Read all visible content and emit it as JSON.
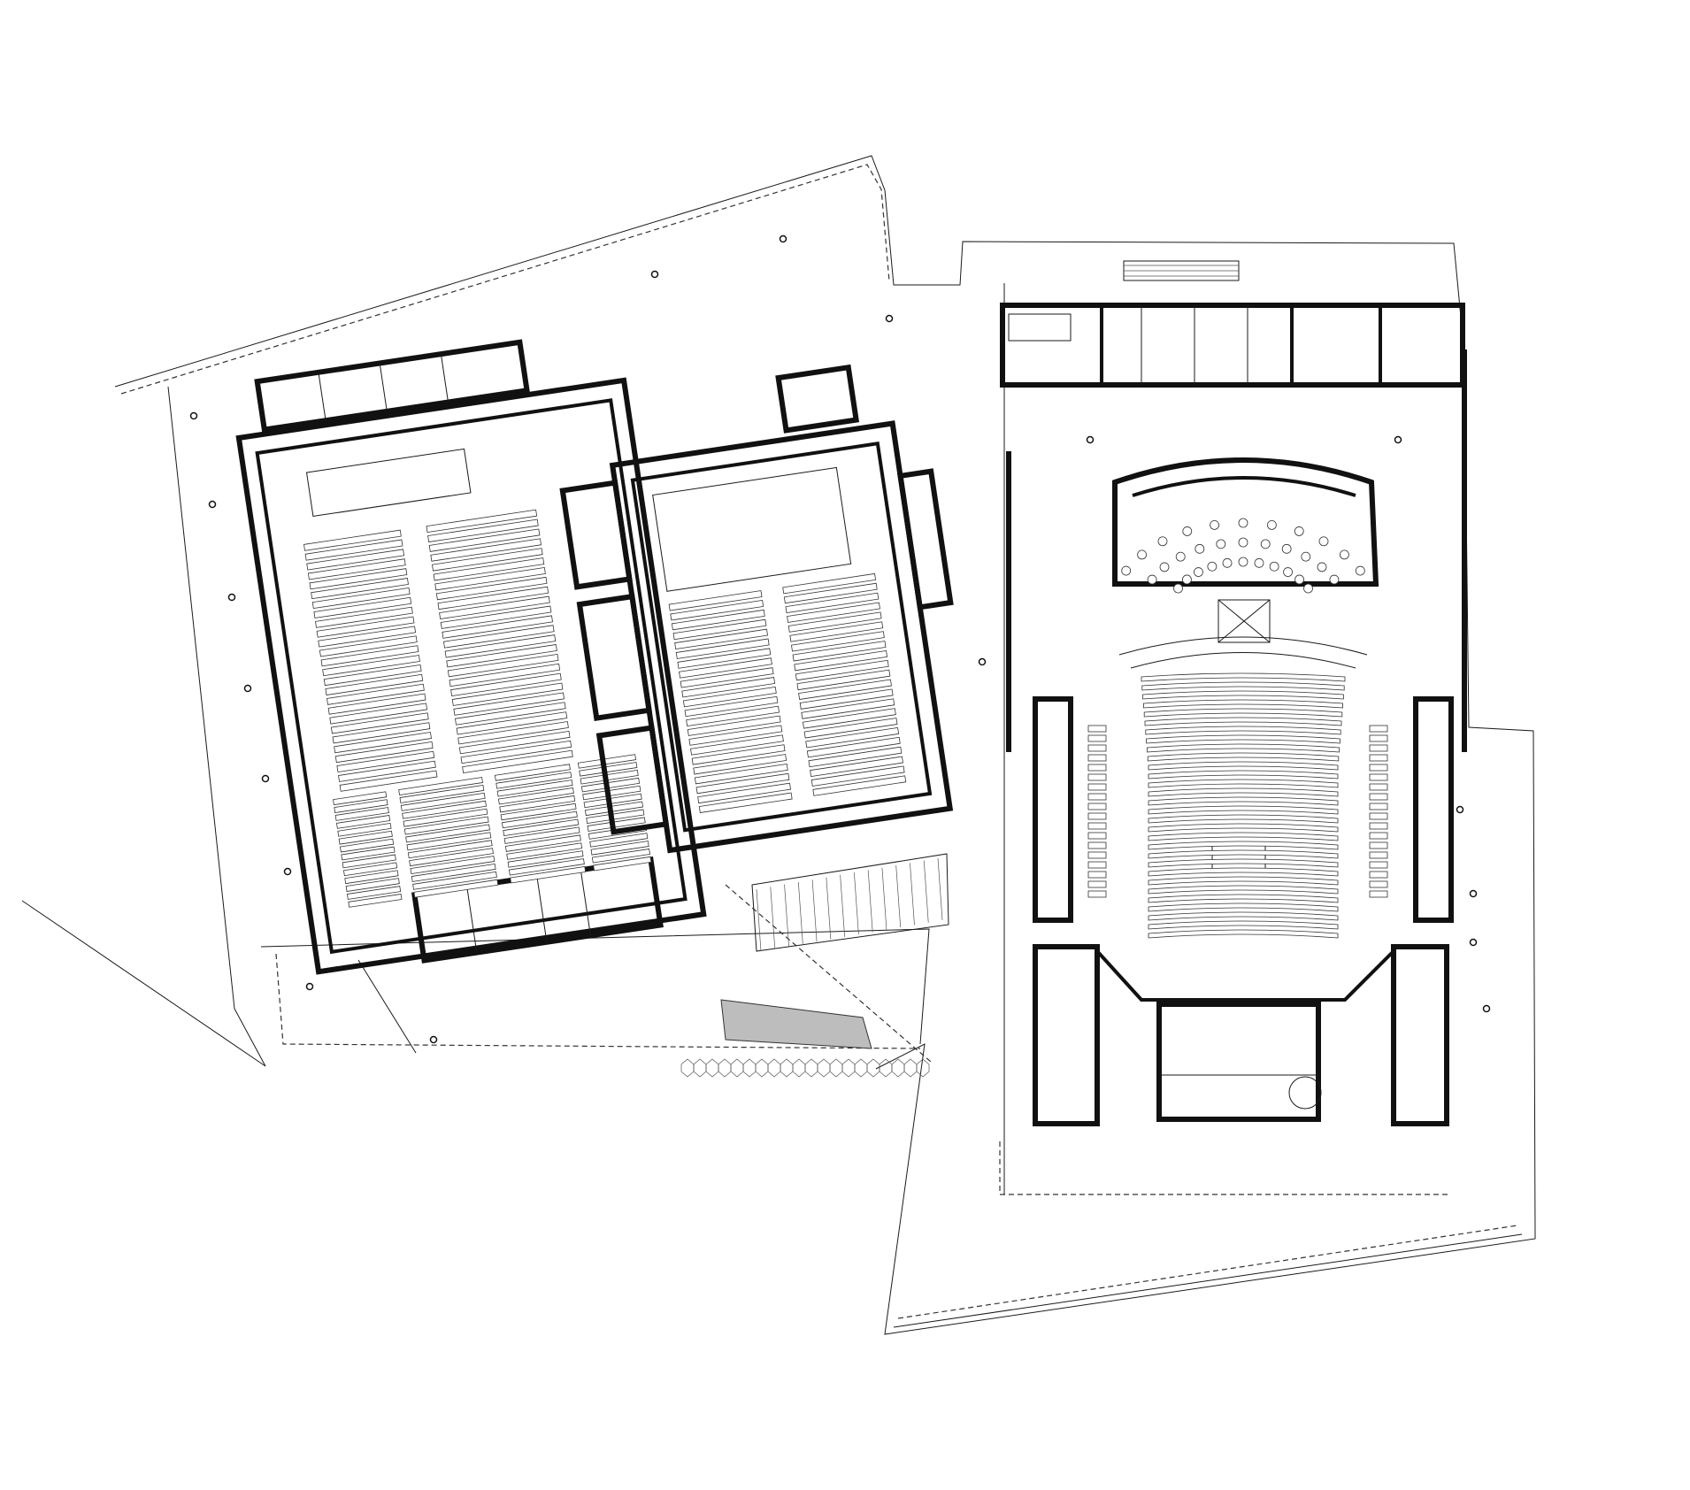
{
  "drawing": {
    "type": "architectural-floor-plan",
    "colors": {
      "background": "#ffffff",
      "linework": "#111111",
      "hatch_fill": "#bdbdbd"
    },
    "areas": [
      {
        "id": "left-hall-a",
        "seat_blocks": 4
      },
      {
        "id": "left-hall-b",
        "seat_blocks": 2
      },
      {
        "id": "right-auditorium",
        "seat_blocks": 1
      }
    ]
  }
}
